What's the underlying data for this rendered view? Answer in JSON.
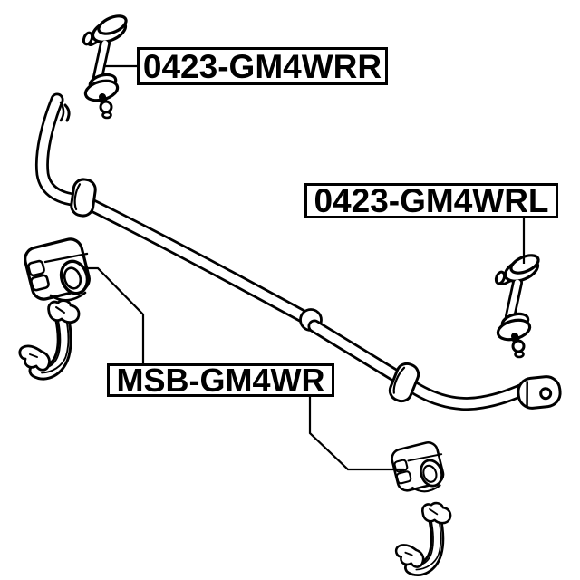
{
  "diagram": {
    "type": "auto-parts-exploded-diagram",
    "background_color": "#ffffff",
    "line_color": "#000000",
    "labels": {
      "rr": "0423-GM4WRR",
      "rl": "0423-GM4WRL",
      "msb": "MSB-GM4WR"
    },
    "parts": [
      {
        "icon": "stabilizer-sway-bar-drawing"
      },
      {
        "icon": "stabilizer-link-top-left-drawing"
      },
      {
        "icon": "stabilizer-link-right-drawing"
      },
      {
        "icon": "stabilizer-bushing-left-drawing"
      },
      {
        "icon": "bushing-bracket-left-drawing"
      },
      {
        "icon": "stabilizer-bushing-bottom-drawing"
      },
      {
        "icon": "bushing-bracket-bottom-drawing"
      }
    ]
  }
}
